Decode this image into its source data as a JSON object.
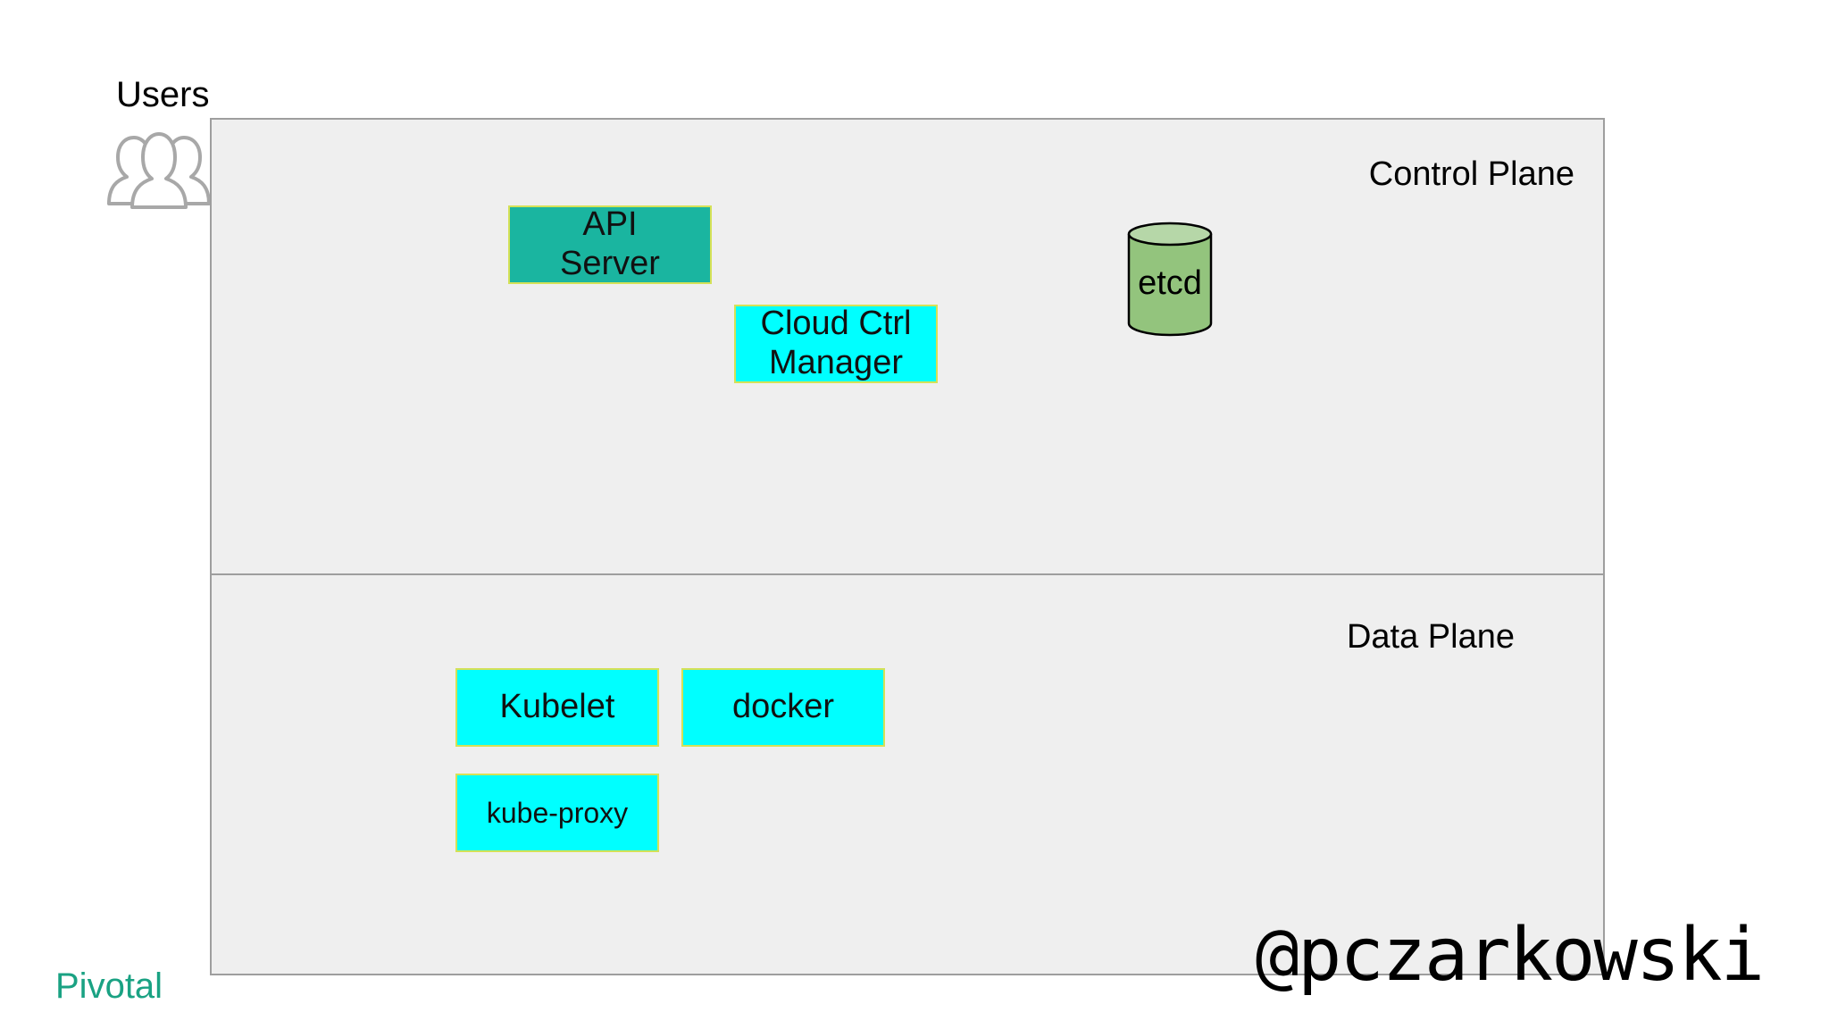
{
  "users": {
    "label": "Users",
    "icon": "users-icon"
  },
  "control_plane": {
    "title": "Control Plane",
    "api_server": {
      "line1": "API",
      "line2": "Server",
      "color": "#1ab5a0"
    },
    "cloud_ctrl_manager": {
      "line1": "Cloud Ctrl",
      "line2": "Manager",
      "color": "#00ffff"
    },
    "etcd": {
      "label": "etcd",
      "color": "#93c47d",
      "icon": "database-cylinder-icon"
    }
  },
  "data_plane": {
    "title": "Data Plane",
    "kubelet": {
      "label": "Kubelet",
      "color": "#00ffff"
    },
    "docker": {
      "label": "docker",
      "color": "#00ffff"
    },
    "kube_proxy": {
      "label": "kube-proxy",
      "color": "#00ffff"
    }
  },
  "footer": {
    "brand": "Pivotal",
    "brand_color": "#1aa283",
    "handle": "@pczarkowski"
  }
}
